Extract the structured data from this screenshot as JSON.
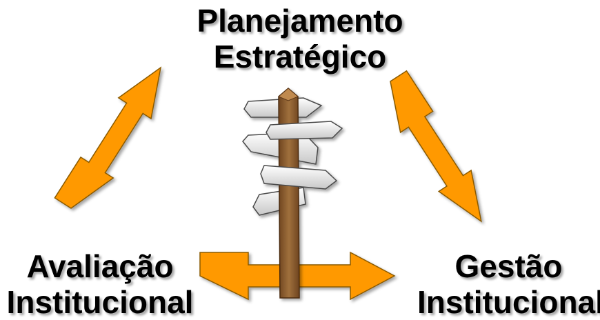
{
  "diagram": {
    "nodes": {
      "top": {
        "line1": "Planejamento",
        "line2": "Estratégico"
      },
      "left": {
        "line1": "Avaliação",
        "line2": "Institucional"
      },
      "right": {
        "line1": "Gestão",
        "line2": "Institucional"
      }
    },
    "connections": [
      {
        "from": "left",
        "to": "top",
        "style": "double-arrow"
      },
      {
        "from": "top",
        "to": "right",
        "style": "double-arrow"
      },
      {
        "from": "left",
        "to": "right",
        "style": "double-arrow"
      }
    ],
    "center_image": "signpost-icon",
    "colors": {
      "arrow_fill": "#FF9900",
      "arrow_stroke": "#8A5A00",
      "post_wood": "#8B5A2B",
      "sign_board": "#F2F2F2",
      "text": "#000000"
    }
  }
}
